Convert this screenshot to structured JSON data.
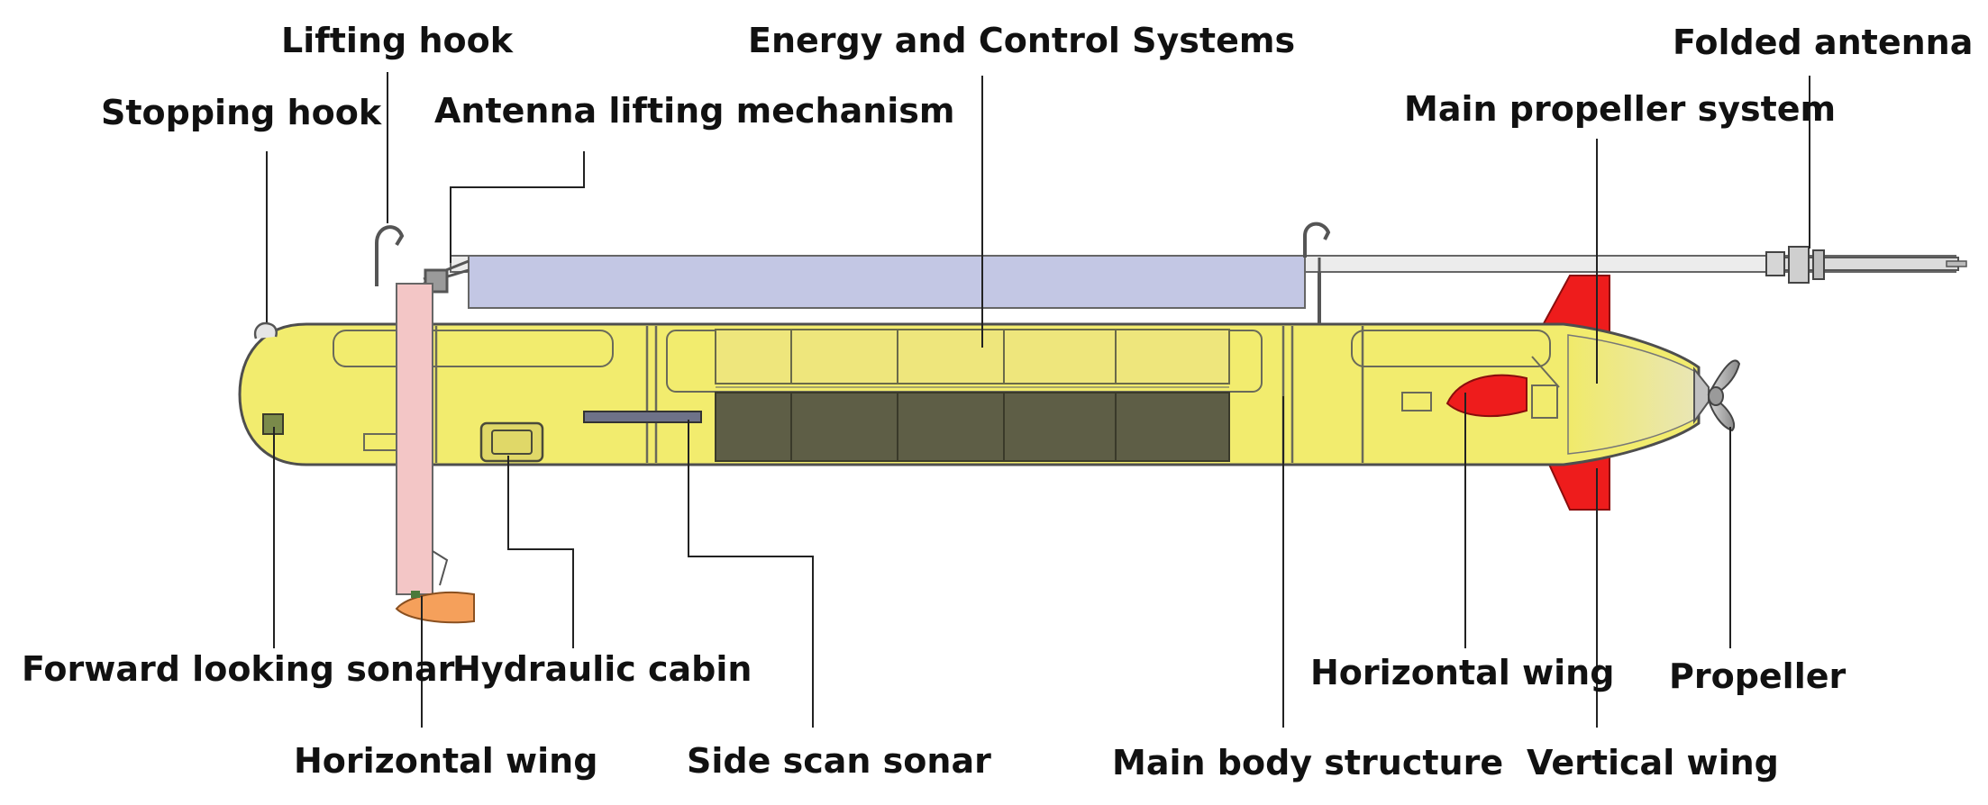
{
  "colors": {
    "hull": "#f2ec6e",
    "hull_dark": "#5a5a3e",
    "hull_outline": "#555555",
    "mast": "#f3c6c6",
    "antenna_panel": "#c3c7e4",
    "fin_red": "#ee1c1c",
    "sonar_orange": "#f5a05b",
    "background": "#ffffff"
  },
  "labels": {
    "lifting_hook": "Lifting hook",
    "energy_control": "Energy and Control Systems",
    "folded_antenna": "Folded antenna",
    "stopping_hook": "Stopping hook",
    "antenna_lifting": "Antenna lifting mechanism",
    "main_propeller_system": "Main propeller system",
    "forward_looking_sonar": "Forward looking sonar",
    "hydraulic_cabin": "Hydraulic cabin",
    "horizontal_wing_rear": "Horizontal wing",
    "propeller": "Propeller",
    "horizontal_wing_front": "Horizontal wing",
    "side_scan_sonar": "Side scan sonar",
    "main_body_structure": "Main body structure",
    "vertical_wing": "Vertical wing"
  }
}
